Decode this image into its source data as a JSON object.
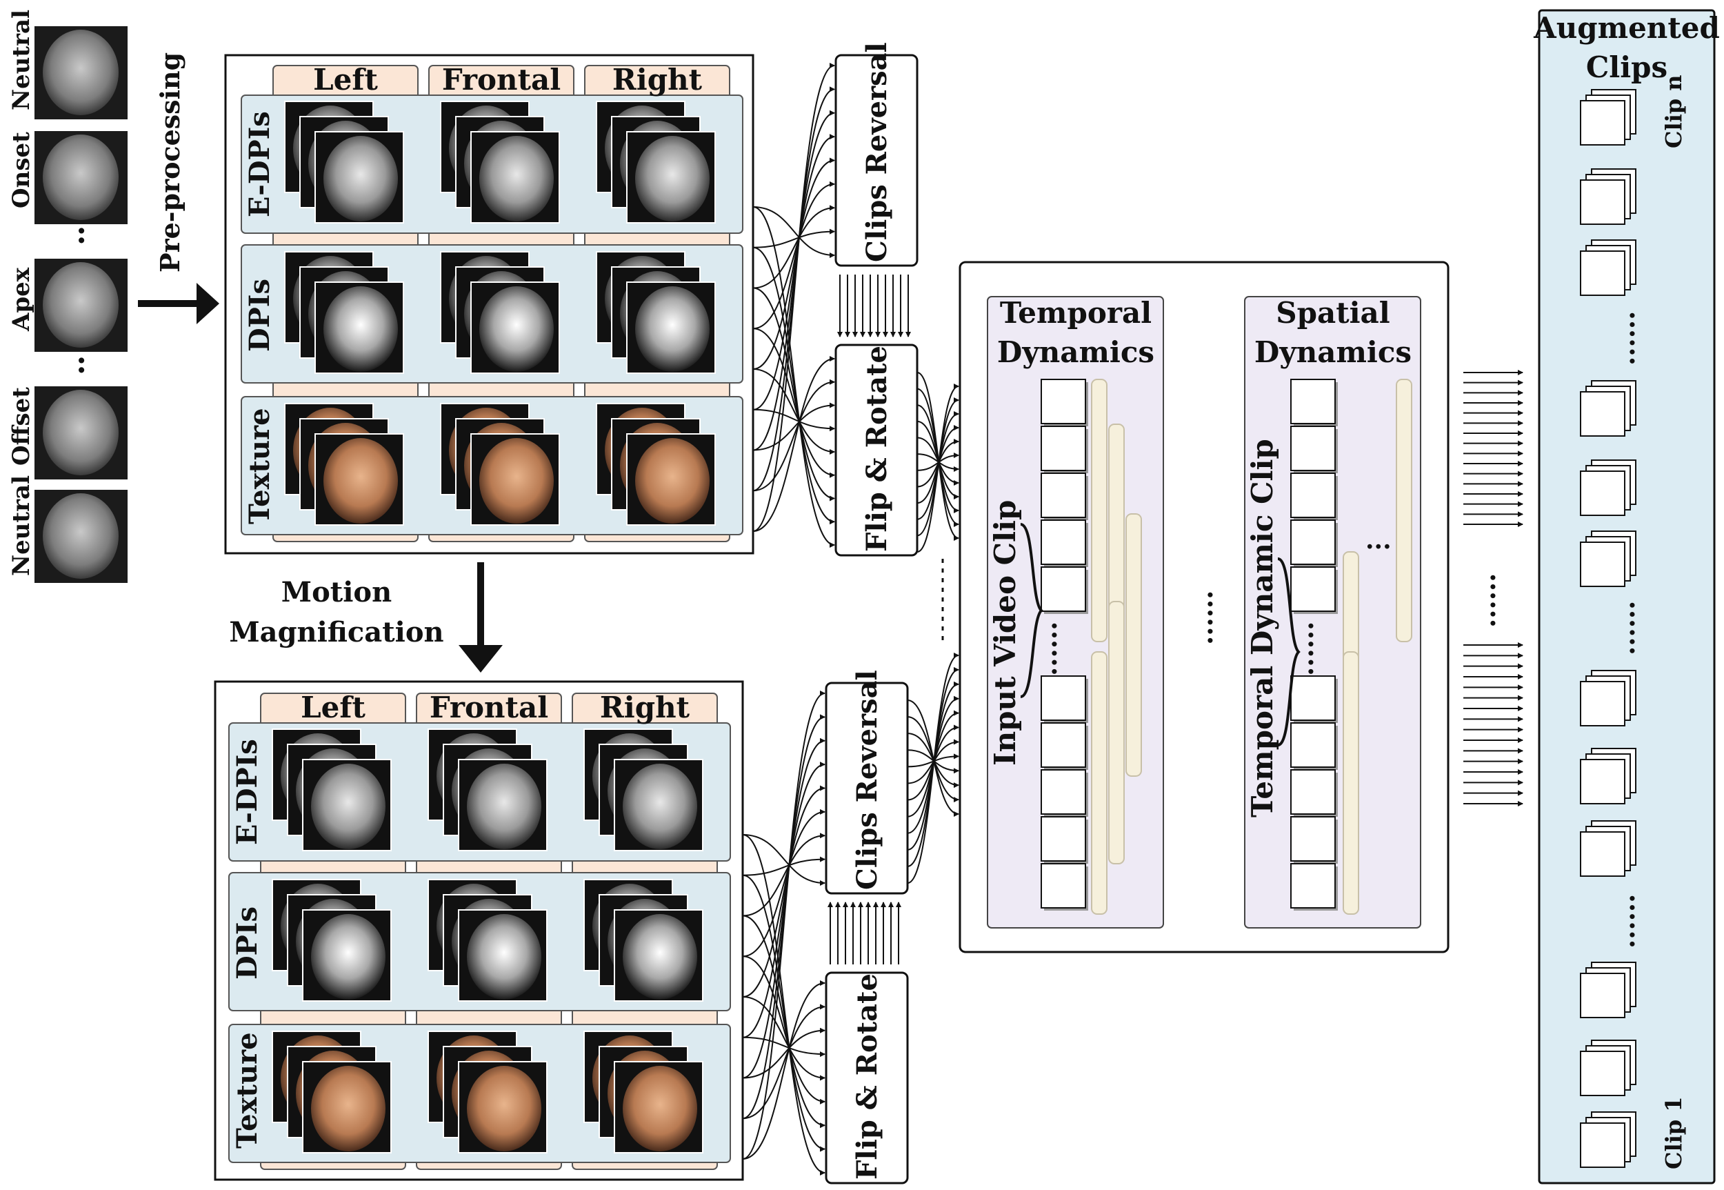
{
  "input_frames": {
    "labels": [
      "Neutral",
      "Onset",
      "Apex",
      "Offset",
      "Neutral"
    ],
    "dots": ":"
  },
  "preprocessing_label": "Pre-processing",
  "motion_magnification_label": [
    "Motion",
    "Magnification"
  ],
  "views": [
    "Left",
    "Frontal",
    "Right"
  ],
  "modalities": [
    "E-DPIs",
    "DPIs",
    "Texture"
  ],
  "augment_ops": {
    "clips_reversal": "Clips Reversal",
    "flip_rotate": "Flip & Rotate"
  },
  "dynamics": {
    "temporal_title": [
      "Temporal",
      "Dynamics"
    ],
    "spatial_title": [
      "Spatial",
      "Dynamics"
    ],
    "input_clip_label": "Input Video Clip",
    "temporal_clip_label": "Temporal Dynamic Clip",
    "ellipsis": "......",
    "ellipsis_short": "..."
  },
  "augmented": {
    "title": [
      "Augmented",
      "Clips"
    ],
    "clip_n": "Clip n",
    "clip_1": "Clip 1",
    "ellipsis": "......"
  },
  "colors": {
    "view_header": "#fbe6d6",
    "modality_row": "#dceaf0",
    "dynamics_panel": "#eeeaf5",
    "augmented_panel": "#dcecf3",
    "bar": "#f6f0dc"
  }
}
